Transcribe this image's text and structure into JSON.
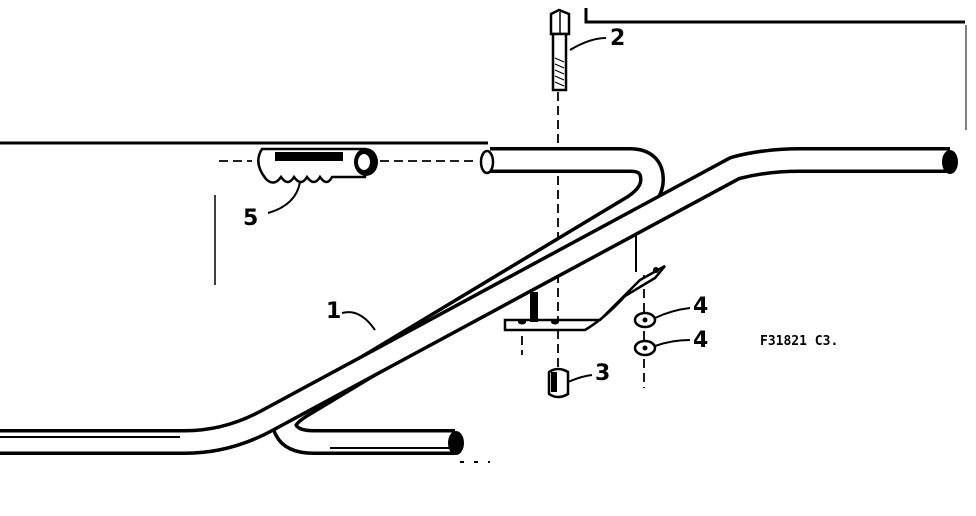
{
  "diagram": {
    "callouts": {
      "handle": "1",
      "bolt": "2",
      "nut": "3",
      "washer_upper": "4",
      "washer_lower": "4",
      "grip": "5"
    },
    "drawing_code": "F31821 C3."
  }
}
